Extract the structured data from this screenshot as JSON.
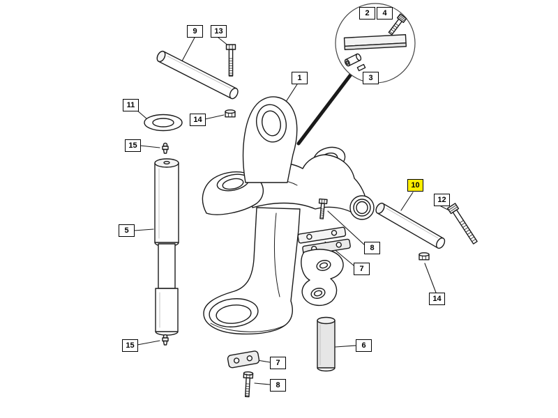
{
  "diagram": {
    "kind": "exploded-parts-diagram",
    "background_color": "#ffffff",
    "line_color": "#1a1a1a",
    "highlight_color": "#ffef00",
    "callouts": [
      {
        "label": "9",
        "highlighted": false
      },
      {
        "label": "13",
        "highlighted": false
      },
      {
        "label": "11",
        "highlighted": false
      },
      {
        "label": "14",
        "highlighted": false
      },
      {
        "label": "15",
        "highlighted": false
      },
      {
        "label": "5",
        "highlighted": false
      },
      {
        "label": "15",
        "highlighted": false
      },
      {
        "label": "1",
        "highlighted": false
      },
      {
        "label": "2",
        "highlighted": false
      },
      {
        "label": "4",
        "highlighted": false
      },
      {
        "label": "3",
        "highlighted": false
      },
      {
        "label": "10",
        "highlighted": true
      },
      {
        "label": "12",
        "highlighted": false
      },
      {
        "label": "8",
        "highlighted": false
      },
      {
        "label": "7",
        "highlighted": false
      },
      {
        "label": "14",
        "highlighted": false
      },
      {
        "label": "6",
        "highlighted": false
      },
      {
        "label": "7",
        "highlighted": false
      },
      {
        "label": "8",
        "highlighted": false
      }
    ]
  }
}
